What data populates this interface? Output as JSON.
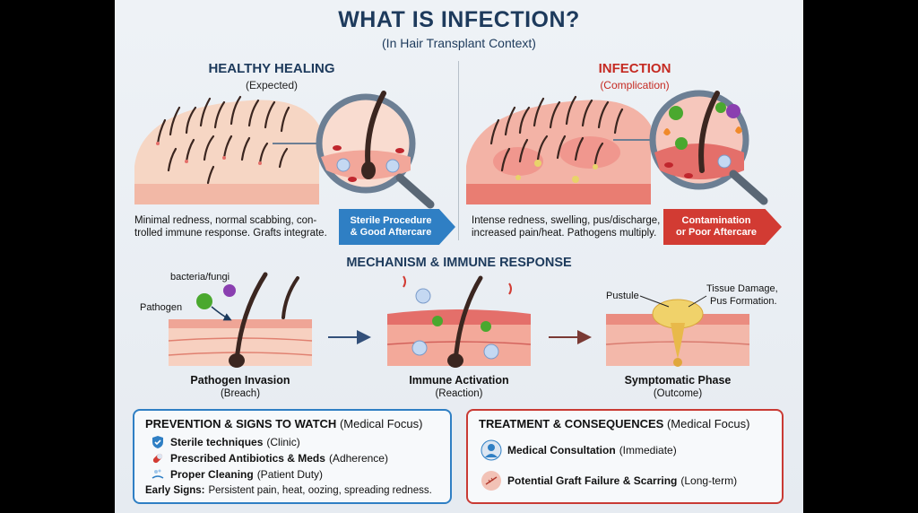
{
  "title": "WHAT IS INFECTION?",
  "subtitle": "(In Hair Transplant Context)",
  "healthy": {
    "heading": "HEALTHY HEALING",
    "subheading": "(Expected)",
    "description_line1": "Minimal redness, normal scabbing, con-",
    "description_line2": "trolled immune response. Grafts integrate.",
    "arrow_line1": "Sterile Procedure",
    "arrow_line2": "& Good Aftercare"
  },
  "infection": {
    "heading": "INFECTION",
    "subheading": "(Complication)",
    "description_line1": "Intense redness, swelling, pus/discharge,",
    "description_line2": "increased pain/heat. Pathogens multiply.",
    "arrow_line1": "Contamination",
    "arrow_line2": "or Poor Aftercare"
  },
  "mechanism": {
    "title": "MECHANISM & IMMUNE RESPONSE",
    "label_bacteria": "bacteria/fungi",
    "label_pathogen": "Pathogen",
    "label_pustule": "Pustule",
    "label_tissue_line1": "Tissue Damage,",
    "label_tissue_line2": "Pus Formation.",
    "stages": [
      {
        "title": "Pathogen Invasion",
        "sub": "(Breach)"
      },
      {
        "title": "Immune Activation",
        "sub": "(Reaction)"
      },
      {
        "title": "Symptomatic Phase",
        "sub": "(Outcome)"
      }
    ]
  },
  "prevention": {
    "title_bold": "PREVENTION & SIGNS TO WATCH",
    "title_rest": "(Medical Focus)",
    "items": [
      {
        "bold": "Sterile techniques",
        "rest": "(Clinic)",
        "icon": "shield-icon"
      },
      {
        "bold": "Prescribed Antibiotics & Meds",
        "rest": "(Adherence)",
        "icon": "pill-icon"
      },
      {
        "bold": "Proper Cleaning",
        "rest": "(Patient Duty)",
        "icon": "wash-icon"
      }
    ],
    "early_bold": "Early Signs:",
    "early_rest": "Persistent pain, heat, oozing, spreading redness."
  },
  "treatment": {
    "title_bold": "TREATMENT & CONSEQUENCES",
    "title_rest": "(Medical Focus)",
    "items": [
      {
        "bold": "Medical Consultation",
        "rest": "(Immediate)",
        "icon": "doctor-icon"
      },
      {
        "bold": "Potential Graft Failure & Scarring",
        "rest": "(Long-term)",
        "icon": "scar-icon"
      }
    ]
  },
  "colors": {
    "navy": "#1d3a5c",
    "red": "#c52a22",
    "blue": "#2f7fc4",
    "skin": "#f6d6c4",
    "inflamed": "#ee8c84"
  }
}
